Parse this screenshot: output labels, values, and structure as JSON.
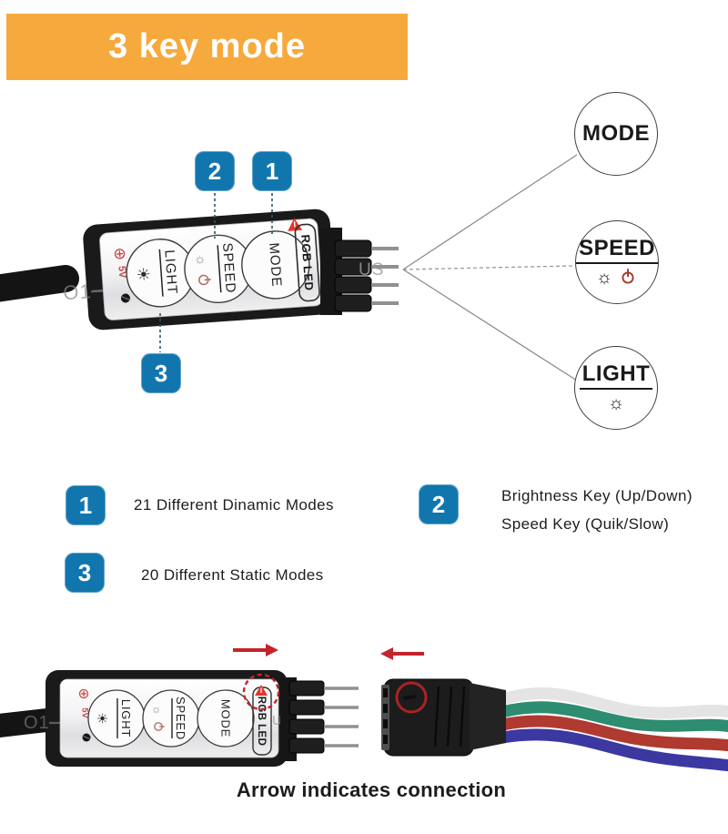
{
  "banner": {
    "title": "3 key mode",
    "bg": "#F6A93C"
  },
  "device": {
    "buttons": {
      "light": "LIGHT",
      "speed": "SPEED",
      "mode": "MODE"
    },
    "side_label": "RGB LED",
    "voltage_marking": "5V",
    "watermarks": {
      "left": "O1",
      "right": "US"
    }
  },
  "callout_tags": {
    "one": "1",
    "two": "2",
    "three": "3"
  },
  "key_circles": {
    "mode": {
      "label": "MODE"
    },
    "speed": {
      "label": "SPEED"
    },
    "light": {
      "label": "LIGHT"
    }
  },
  "legend": {
    "item1": {
      "num": "1",
      "text": "21 Different Dinamic Modes"
    },
    "item2": {
      "num": "2",
      "line1": "Brightness Key (Up/Down)",
      "line2": "Speed Key (Quik/Slow)"
    },
    "item3": {
      "num": "3",
      "text": "20 Different Static Modes"
    }
  },
  "caption": "Arrow indicates connection",
  "icons": {
    "sun_outline": "☼",
    "sun_filled": "☀"
  },
  "colors": {
    "banner_bg": "#F6A93C",
    "tag_blue": "#1276AE",
    "accent_red": "#C3242A",
    "wire_white": "#E4E4E4",
    "wire_green": "#2E8C71",
    "wire_red": "#B03A30",
    "wire_blue": "#3B38A1"
  }
}
